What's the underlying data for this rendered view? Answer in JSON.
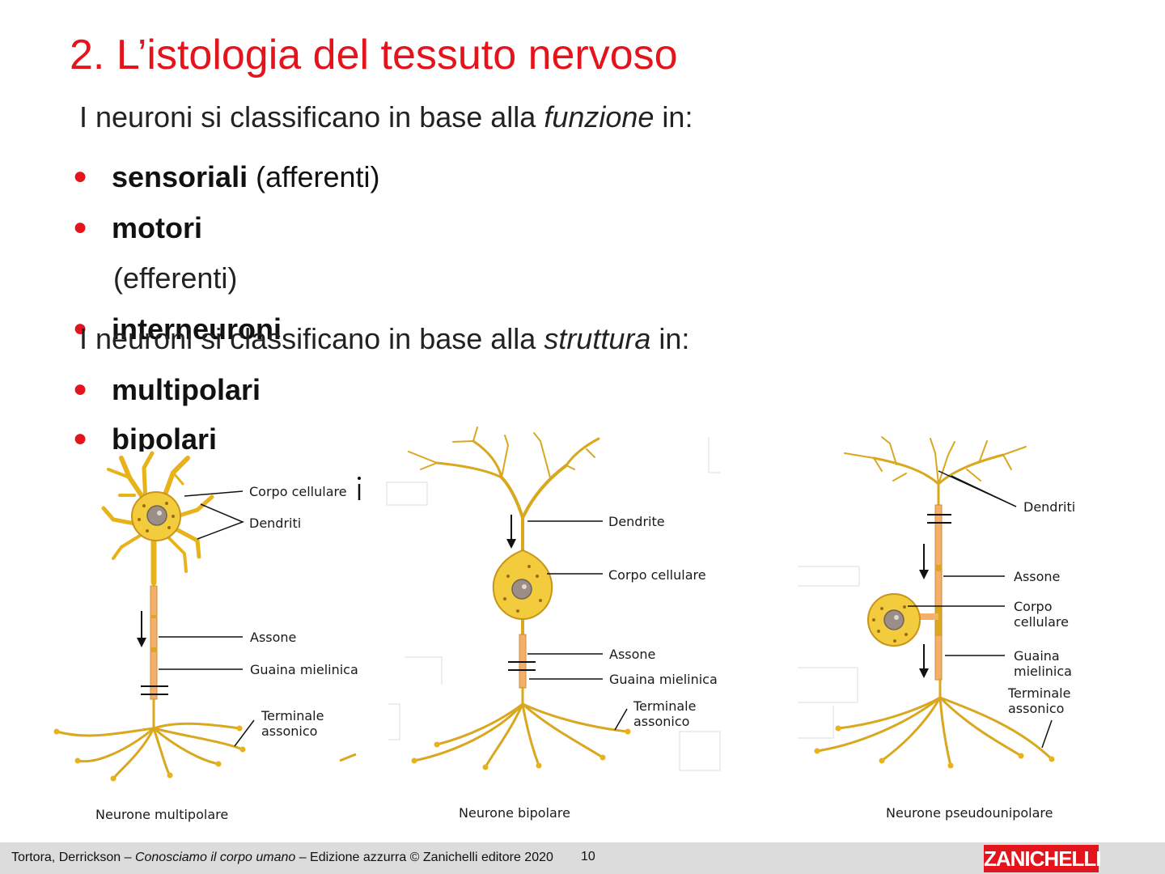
{
  "slide": {
    "title": "2. L’istologia del tessuto nervoso",
    "intro_function": {
      "before": "I neuroni si classificano in base alla ",
      "emph": "funzione",
      "after": " in:"
    },
    "function_items": [
      {
        "bold": "sensoriali",
        "rest": " (afferenti)"
      },
      {
        "bold": "motori",
        "rest": ""
      },
      {
        "bold": "interneuroni",
        "rest": ""
      }
    ],
    "motori_continuation": "(efferenti)",
    "intro_structure": {
      "before": "I neuroni si classificano in base alla ",
      "emph": "struttura",
      "after": " in:"
    },
    "structure_items": [
      {
        "bold": "multipolari"
      },
      {
        "bold": "bipolari"
      }
    ]
  },
  "figure": {
    "multipolar": {
      "caption": "Neurone multipolare",
      "labels": {
        "cell_body": "Corpo cellulare",
        "dendrites": "Dendriti",
        "axon": "Assone",
        "myelin": "Guaina mielinica",
        "terminal_1": "Terminale",
        "terminal_2": "assonico"
      }
    },
    "bipolar": {
      "caption": "Neurone bipolare",
      "labels": {
        "dendrite": "Dendrite",
        "cell_body": "Corpo cellulare",
        "axon": "Assone",
        "myelin": "Guaina mielinica",
        "terminal_1": "Terminale",
        "terminal_2": "assonico"
      }
    },
    "pseudounipolar": {
      "caption": "Neurone pseudounipolare",
      "labels": {
        "dendrites": "Dendriti",
        "axon": "Assone",
        "body_1": "Corpo",
        "body_2": "cellulare",
        "myelin_1": "Guaina",
        "myelin_2": "mielinica",
        "terminal_1": "Terminale",
        "terminal_2": "assonico"
      }
    },
    "colors": {
      "neuron": "#d9a81f",
      "cell_body": "#f2cc3d",
      "myelin": "#f2b06a",
      "nucleus": "#9c8e86"
    }
  },
  "footer": {
    "authors": "Tortora, Derrickson – ",
    "book": "Conosciamo il corpo umano",
    "edition": " –  Edizione azzurra © Zanichelli editore 2020",
    "page": "10",
    "logo": "ZANICHELLI"
  }
}
